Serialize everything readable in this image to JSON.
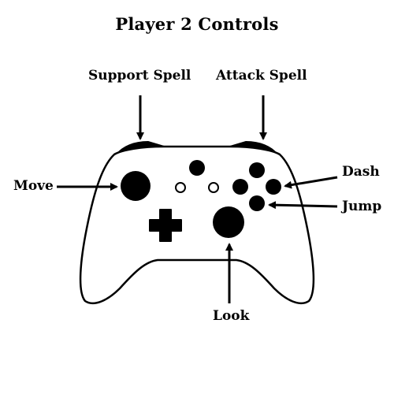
{
  "title": "Player 2 Controls",
  "labels": {
    "support_spell": "Support Spell",
    "attack_spell": "Attack Spell",
    "move": "Move",
    "dash": "Dash",
    "jump": "Jump",
    "look": "Look"
  },
  "colors": {
    "ink": "#000000",
    "background": "#ffffff"
  }
}
